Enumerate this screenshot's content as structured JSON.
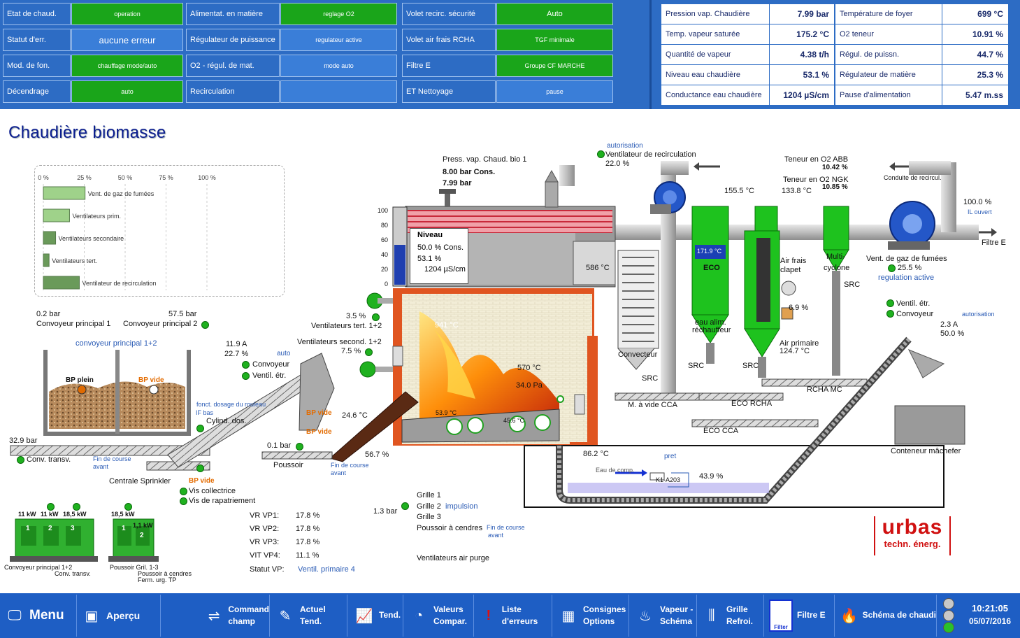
{
  "status_panel": {
    "rows": [
      [
        {
          "label": "Etat de chaud.",
          "value": "operation",
          "color": "green"
        },
        {
          "label": "Alimentat. en matière",
          "value": "reglage O2",
          "color": "green"
        },
        {
          "label": "Volet recirc. sécurité",
          "value": "Auto",
          "color": "green"
        }
      ],
      [
        {
          "label": "Statut d'err.",
          "value": "aucune erreur",
          "color": "blue"
        },
        {
          "label": "Régulateur de puissance",
          "value": "regulateur active",
          "color": "blue"
        },
        {
          "label": "Volet air frais RCHA",
          "value": "TGF minimale",
          "color": "green"
        }
      ],
      [
        {
          "label": "Mod. de fon.",
          "value": "chauffage mode/auto",
          "color": "green"
        },
        {
          "label": "O2 - régul. de mat.",
          "value": "mode auto",
          "color": "blue"
        },
        {
          "label": "Filtre E",
          "value": "Groupe CF MARCHE",
          "color": "green"
        }
      ],
      [
        {
          "label": "Décendrage",
          "value": "auto",
          "color": "green"
        },
        {
          "label": "Recirculation",
          "value": "",
          "color": "blue"
        },
        {
          "label": "ET Nettoyage",
          "value": "pause",
          "color": "blue"
        }
      ]
    ]
  },
  "measurements": [
    {
      "l1": "Pression vap. Chaudière",
      "v1": "7.99 bar",
      "l2": "Température de foyer",
      "v2": "699 °C"
    },
    {
      "l1": "Temp. vapeur saturée",
      "v1": "175.2 °C",
      "l2": "O2 teneur",
      "v2": "10.91 %"
    },
    {
      "l1": "Quantité de vapeur",
      "v1": "4.38 t/h",
      "l2": "Régul. de puissn.",
      "v2": "44.7 %"
    },
    {
      "l1": "Niveau eau chaudière",
      "v1": "53.1 %",
      "l2": "Régulateur de matière",
      "v2": "25.3 %"
    },
    {
      "l1": "Conductance eau chaudière",
      "v1": "1204 µS/cm",
      "l2": "Pause d'alimentation",
      "v2": "5.47 m.ss"
    }
  ],
  "title": "Chaudière biomasse",
  "fan_chart": {
    "ticks": [
      "0 %",
      "25 %",
      "50 %",
      "75 %",
      "100 %"
    ],
    "bars": [
      {
        "label": "Vent. de gaz de fumées",
        "value": 25.5
      },
      {
        "label": "Ventilateurs prim.",
        "value": 16
      },
      {
        "label": "Ventilateurs secondaire",
        "value": 7.5
      },
      {
        "label": "Ventilateurs tert.",
        "value": 3.5
      },
      {
        "label": "Ventilateur de recirculation",
        "value": 22
      }
    ]
  },
  "niveau": {
    "title": "Niveau",
    "cons": "50.0 % Cons.",
    "val": "53.1 %",
    "cond": "1204 µS/cm"
  },
  "level_scale": [
    "100",
    "80",
    "60",
    "40",
    "20",
    "0"
  ],
  "labels": {
    "press_title": "Press. vap. Chaud. bio 1",
    "press_cons": "8.00 bar Cons.",
    "press_val": "7.99 bar",
    "autorisation1": "autorisation",
    "recirc_fan": "Ventilateur de recirculation",
    "recirc_val": "22.0 %",
    "o2_abb": "Teneur en O2 ABB",
    "o2_abb_v": "10.42 %",
    "o2_ngk": "Teneur en O2 NGK",
    "o2_ngk_v": "10.85 %",
    "t1555": "155.5 °C",
    "t1338": "133.8 °C",
    "conduite": "Conduite de recircul.",
    "il_pct": "100.0 %",
    "il": "IL ouvert",
    "filtre_e": "Filtre E",
    "t1719": "171.9 °C",
    "eco": "ECO",
    "air_frais": "Air frais",
    "clapet": "clapet",
    "multi": "Multi-",
    "cyclone": "cyclone",
    "src1": "SRC",
    "vent_gaz": "Vent. de gaz de fumées",
    "vent_gaz_v": "25.5 %",
    "reg_active": "regulation active",
    "t586": "586 °C",
    "t941": "941 °C",
    "t570": "570 °C",
    "pa": "34.0 Pa",
    "t539": "53.9 °C",
    "t456": "45.6 °C",
    "pct69": "6.9 %",
    "eau_alim": "eau alim.",
    "rechauffeur": "réchauffeur",
    "air_prim": "Air primaire",
    "air_prim_v": "124.7 °C",
    "convecteur": "Convecteur",
    "src2": "SRC",
    "src3": "SRC",
    "src4": "SRC",
    "m_vide": "M. à vide CCA",
    "eco_rcha": "ECO RCHA",
    "rcha_mc": "RCHA MC",
    "eco_cca": "ECO CCA",
    "vent_etr": "Ventil. étr.",
    "convoyeur_r": "Convoyeur",
    "autorisation2": "autorisation",
    "a23": "2.3 A",
    "p500": "50.0 %",
    "conteneur": "Conteneur mâchefer",
    "vt_pct": "3.5 %",
    "vt": "Ventilateurs tert. 1+2",
    "vs": "Ventilateurs second. 1+2",
    "vs_pct": "7.5 %",
    "t246": "24.6 °C",
    "p567": "56.7 %",
    "t862": "86.2 °C",
    "eau_comp": "Eau de comp.",
    "pret": "pret",
    "k1": "K1-A203",
    "p439": "43.9 %",
    "b02": "0.2 bar",
    "cp1": "Convoyeur principal 1",
    "b575": "57.5 bar",
    "cp2": "Convoyeur principal 2",
    "cp12": "convoyeur principal 1+2",
    "bp_plein": "BP plein",
    "bp_vide1": "BP vide",
    "a119": "11.9 A",
    "p227": "22.7 %",
    "auto": "auto",
    "convoyeur_l": "Convoyeur",
    "vent_etr_l": "Ventil. étr.",
    "fonct": "fonct. dosage du rouleau",
    "if_bas": "IF bas",
    "cyl": "Cylind. dos.",
    "b329": "32.9 bar",
    "conv_transv": "Conv. transv.",
    "fin1": "Fin de course",
    "avant1": "avant",
    "centrale": "Centrale Sprinkler",
    "bp_vide2": "BP vide",
    "bp_vide3": "BP vide",
    "bp_vide4": "BP vide",
    "vis_coll": "Vis collectrice",
    "vis_rap": "Vis de rapatriement",
    "b01": "0.1 bar",
    "poussoir": "Poussoir",
    "fin2": "Fin de course",
    "avant2": "avant",
    "kw11a": "11 kW",
    "kw11b": "11 kW",
    "kw185a": "18,5 kW",
    "kw185b": "18,5 kW",
    "kw11c": "1,1 kW",
    "p1": "1",
    "p2": "2",
    "p3": "3",
    "p4": "1",
    "p5": "2",
    "leg1a": "Convoyeur principal 1+2",
    "leg1b": "Conv. transv.",
    "leg2a": "Poussoir Gril. 1-3",
    "leg2b": "Poussoir à cendres",
    "leg2c": "Ferm. urg. TP",
    "b13": "1.3 bar",
    "grille1": "Grille 1",
    "grille2": "Grille 2",
    "impulsion": "impulsion",
    "grille3": "Grille 3",
    "pac": "Poussoir à cendres",
    "fin3": "Fin de course",
    "avant3": "avant",
    "purge": "Ventilateurs air purge",
    "vr1": "VR VP1:",
    "vr1v": "17.8 %",
    "vr2": "VR VP2:",
    "vr2v": "17.8 %",
    "vr3": "VR VP3:",
    "vr3v": "17.8 %",
    "vit4": "VIT VP4:",
    "vit4v": "11.1 %",
    "statut": "Statut VP:",
    "statutv": "Ventil. primaire 4"
  },
  "logo": {
    "name": "urbas",
    "sub": "techn. énerg."
  },
  "taskbar": {
    "menu": "Menu",
    "apercu": "Aperçu",
    "command1": "Command",
    "command2": "champ",
    "actuel1": "Actuel",
    "actuel2": "Tend.",
    "tend": "Tend.",
    "valeurs1": "Valeurs",
    "valeurs2": "Compar.",
    "erreurs": "Liste d'erreurs",
    "consignes1": "Consignes",
    "consignes2": "Options",
    "vapeur1": "Vapeur -",
    "vapeur2": "Schéma",
    "grille1": "Grille",
    "grille2": "Refroi.",
    "filtre": "Filtre E",
    "filter_icon_text": "Filter",
    "schema": "Schéma de chaudi",
    "time": "10:21:05",
    "date": "05/07/2016"
  },
  "colors": {
    "panel_blue": "#2d6cc4",
    "status_green": "#1aa51a",
    "status_blue": "#3a7ed8",
    "taskbar": "#1e5ec4",
    "logo_red": "#d01010"
  }
}
